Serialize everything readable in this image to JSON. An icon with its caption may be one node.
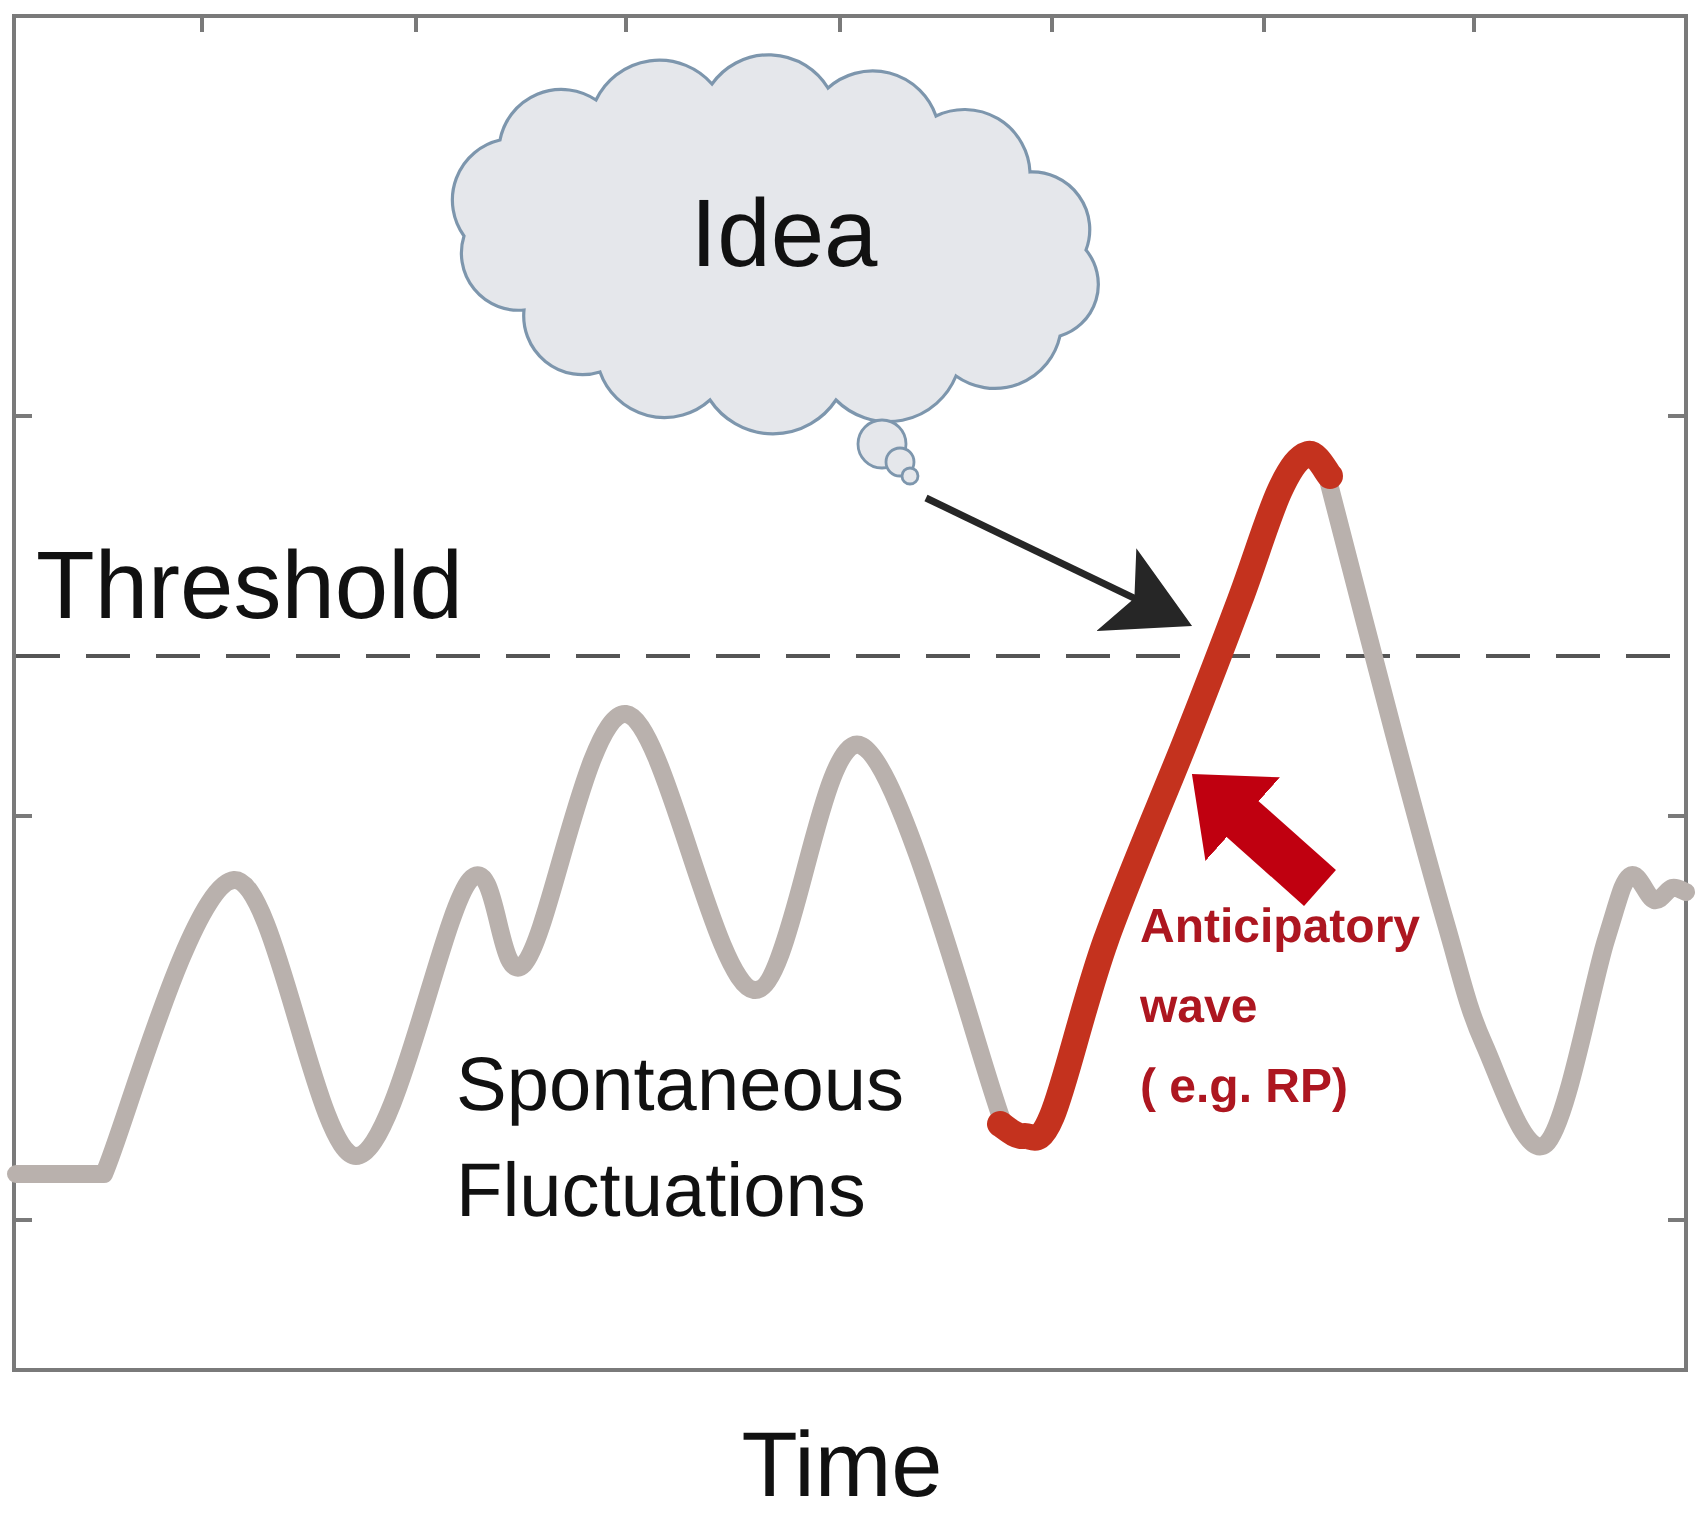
{
  "diagram": {
    "nodes": [
      {
        "text": [
          "Idea"
        ]
      },
      {
        "text": [],
        "shape": "curve"
      },
      {
        "text": [
          "Anticipatory wave",
          "( e.g. RP)"
        ]
      }
    ],
    "edges": [
      {
        "from": 0,
        "to": 1,
        "arrow": "to"
      },
      {
        "from": 2,
        "to": 1,
        "arrow": "to",
        "style": "thick",
        "color": "#c00010"
      }
    ],
    "labels": [
      "Threshold",
      "Spontaneous Fluctuations",
      "Time"
    ]
  }
}
